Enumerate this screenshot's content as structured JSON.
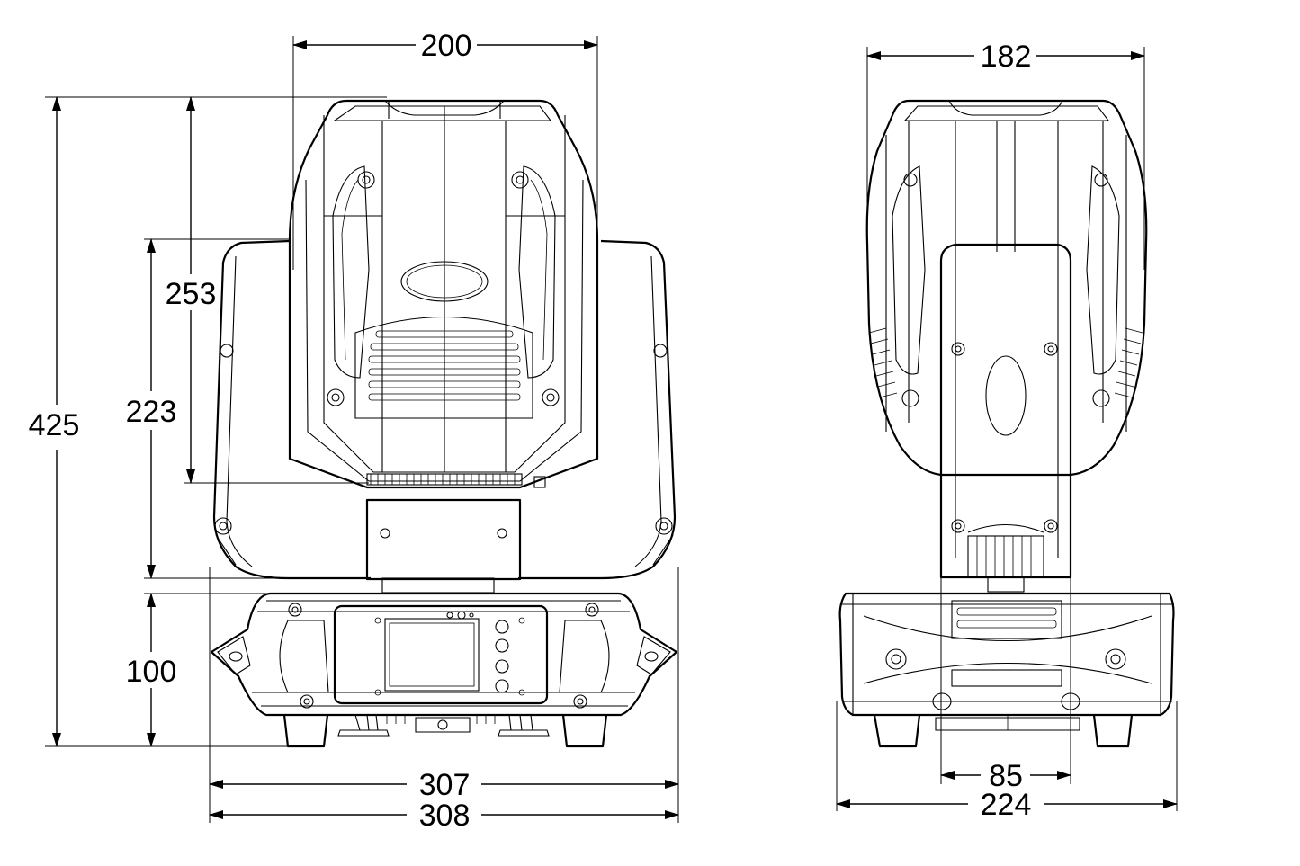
{
  "front_view": {
    "dimensions": {
      "head_width": "200",
      "total_height": "425",
      "yoke_center_height": "253",
      "yoke_arm_height": "223",
      "base_height": "100",
      "base_width_inner": "307",
      "base_width_outer": "308"
    }
  },
  "side_view": {
    "dimensions": {
      "head_depth": "182",
      "yoke_width": "85",
      "base_depth": "224"
    }
  },
  "colors": {
    "line": "#000000",
    "background": "#ffffff"
  }
}
